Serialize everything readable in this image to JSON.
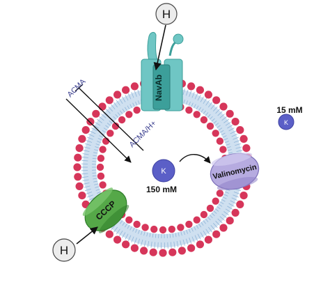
{
  "labels": {
    "proton_top": "H",
    "proton_bottom": "H",
    "channel": "NavAb",
    "ionophore_valinomycin": "Valinomycin",
    "ionophore_cccp": "CCCP",
    "potassium_outside": "K",
    "potassium_outside_conc": "15 mM",
    "potassium_inside": "K",
    "potassium_inside_conc": "150 mM",
    "dye": "ACMA",
    "dye_complex": "ACMA/H+"
  },
  "colors": {
    "head": "#d6365a",
    "tail": "#b9d3ea",
    "lumen": "#ffffff",
    "navab_light": "#6fc6c4",
    "navab_dark": "#3c9f9a",
    "valinomycin": "#b6abe0",
    "valinomycin_dark": "#8f82c9",
    "cccp": "#55a848",
    "cccp_dark": "#2f7d2a",
    "potassium": "#5b5fc7",
    "proton_fill": "#ececec",
    "dye_text": "#3b3f8f"
  },
  "icons": {
    "proton": "circle-letter-icon",
    "potassium": "filled-circle-icon"
  }
}
